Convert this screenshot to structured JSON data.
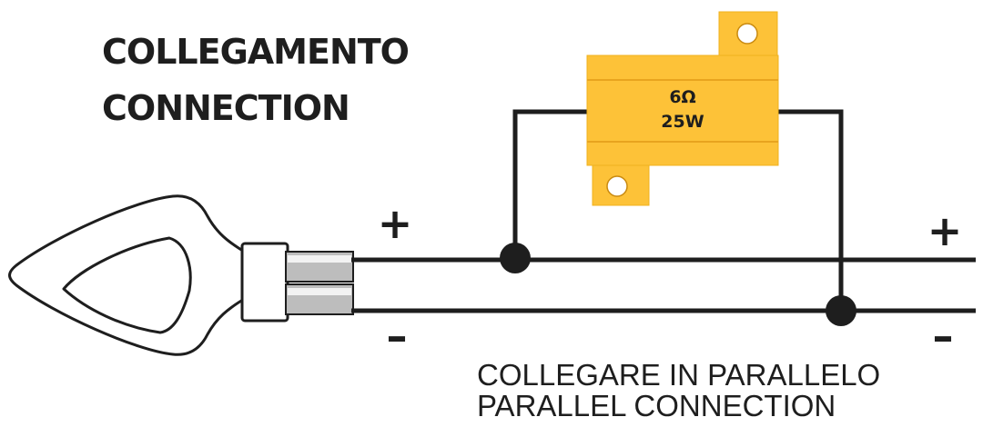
{
  "title": {
    "line1": "COLLEGAMENTO",
    "line2": "CONNECTION"
  },
  "resistor": {
    "resistance": "6Ω",
    "power": "25W",
    "body_color": "#fdc238",
    "stripe_color": "#e8a41e"
  },
  "polarity": {
    "positive": "+",
    "negative": "–"
  },
  "caption": {
    "line1": "COLLEGARE IN PARALLELO",
    "line2": "PARALLEL CONNECTION"
  },
  "colors": {
    "wire": "#1e1e1e"
  }
}
